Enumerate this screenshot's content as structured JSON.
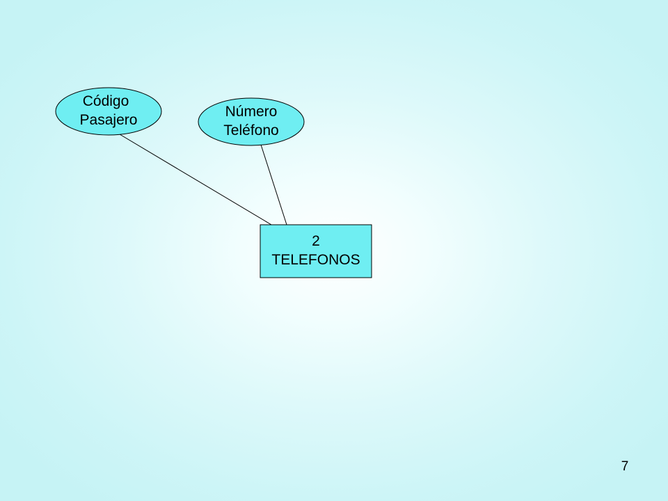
{
  "diagram": {
    "attributes": [
      {
        "id": "codigo-pasajero",
        "lines": [
          "Código",
          "Pasajero"
        ]
      },
      {
        "id": "numero-telefono",
        "lines": [
          "Número",
          "Teléfono"
        ]
      }
    ],
    "entity": {
      "lines": [
        "2",
        "TELEFONOS"
      ]
    },
    "connections": [
      {
        "from": "codigo-pasajero",
        "to": "entity"
      },
      {
        "from": "numero-telefono",
        "to": "entity"
      }
    ]
  },
  "page_number": "7",
  "colors": {
    "shape_fill": "#6feef2",
    "shape_stroke": "#000000",
    "background_edge": "#c6f3f5",
    "background_center": "#ffffff"
  }
}
